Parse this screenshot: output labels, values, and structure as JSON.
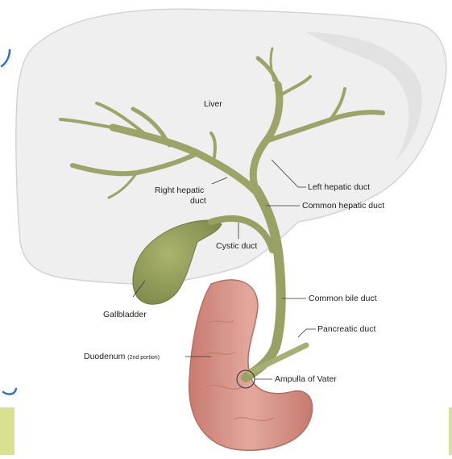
{
  "labels": {
    "liver": "Liver",
    "right_hepatic_1": "Right hepatic",
    "right_hepatic_2": "duct",
    "left_hepatic": "Left hepatic duct",
    "common_hepatic": "Common hepatic duct",
    "cystic": "Cystic duct",
    "gallbladder": "Gallbladder",
    "common_bile": "Common bile duct",
    "pancreatic": "Pancreatic duct",
    "duodenum": "Duodenum",
    "duodenum_note": "(2nd portion)",
    "ampulla": "Ampulla of Vater"
  },
  "colors": {
    "liver_fill": "#efefef",
    "liver_shadow": "#dcdcdc",
    "duct": "#9ca468",
    "duct_dark": "#7c8450",
    "gallbladder": "#8f9a55",
    "duodenum": "#d9968a",
    "duodenum_edge": "#b86d62",
    "annotation_blue": "#2a6fd6",
    "side_bar": "#d9e08f"
  }
}
